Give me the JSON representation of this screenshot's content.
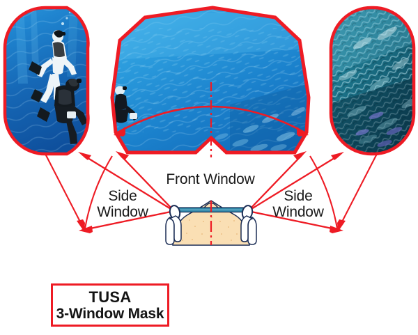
{
  "diagram": {
    "title": "TUSA 3-Window Mask field of view diagram",
    "labels": {
      "front_window": "Front Window",
      "side_window_left": "Side\nWindow",
      "side_window_right": "Side\nWindow"
    },
    "brand_box": {
      "line1": "TUSA",
      "line2": "3-Window Mask"
    },
    "photos": [
      {
        "name": "left-side-window-view",
        "shape": "rounded-rectangle",
        "content": "two scuba divers in blue open water",
        "dominant_color": "#1560a8"
      },
      {
        "name": "front-window-view",
        "shape": "mask-polygon",
        "content": "blue open water with diver at left and school of fish at lower right",
        "dominant_color": "#1d8fd0"
      },
      {
        "name": "right-side-window-view",
        "shape": "rounded-rectangle",
        "content": "dense school of silver and teal fish",
        "dominant_color": "#176f82"
      }
    ],
    "colors": {
      "accent_red": "#ee1b24",
      "front_window_bar": "#2e87a8",
      "head_fill": "#fadfb4",
      "head_outline": "#1b2d55",
      "text": "#1a1a1a",
      "background": "#ffffff"
    },
    "mask_topview": {
      "name": "top-down-head-with-mask",
      "front_window_bar_label": "front window lens (straight blue bar)",
      "side_window_label": "side window lens (small oval at each corner)",
      "centerline_label": "vertical red dash-dot centerline"
    }
  }
}
